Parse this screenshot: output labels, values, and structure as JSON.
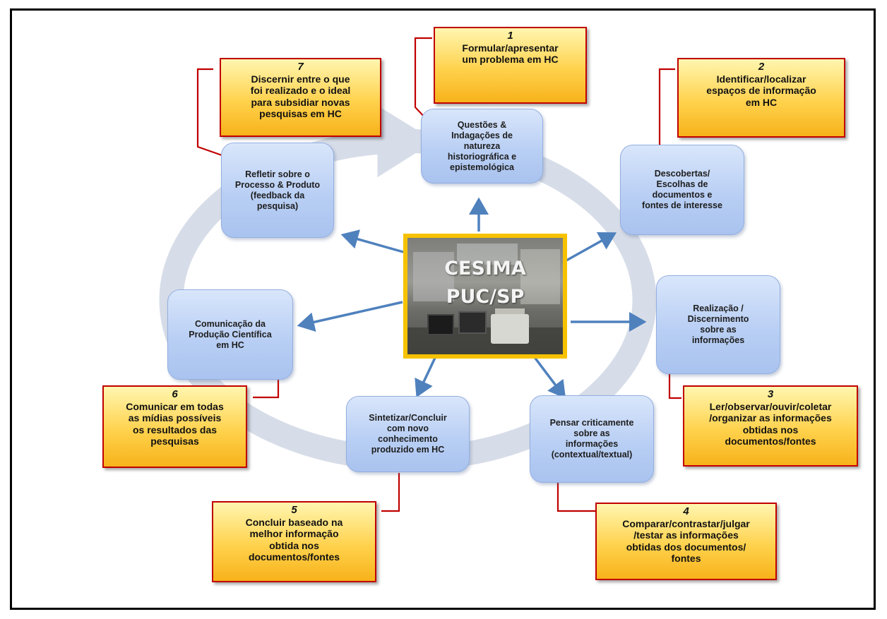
{
  "center": {
    "line1": "CESIMA",
    "line2": "PUC/SP"
  },
  "stages": {
    "questoes": [
      "Questões &",
      "Indagações de",
      "natureza",
      "historiográfica e",
      "epistemológica"
    ],
    "descobertas": [
      "Descobertas/",
      "Escolhas de",
      "documentos e",
      "fontes de interesse"
    ],
    "realizacao": [
      "Realização /",
      "Discernimento",
      "sobre as",
      "informações"
    ],
    "pensar": [
      "Pensar criticamente",
      "sobre as",
      "informações",
      "(contextual/textual)"
    ],
    "sintetizar": [
      "Sintetizar/Concluir",
      "com novo",
      "conhecimento",
      "produzido em HC"
    ],
    "comunicacao": [
      "Comunicação da",
      "Produção Científica",
      "em HC"
    ],
    "refletir": [
      "Refletir sobre o",
      "Processo & Produto",
      "(feedback da",
      "pesquisa)"
    ]
  },
  "notes": [
    {
      "number": "1",
      "lines": [
        "Formular/apresentar",
        "um problema em HC"
      ]
    },
    {
      "number": "2",
      "lines": [
        "Identificar/localizar",
        "espaços de informação",
        "em HC"
      ]
    },
    {
      "number": "3",
      "lines": [
        "Ler/observar/ouvir/coletar",
        "/organizar as informações",
        "obtidas nos",
        "documentos/fontes"
      ]
    },
    {
      "number": "4",
      "lines": [
        "Comparar/contrastar/julgar",
        "/testar as informações",
        "obtidas dos documentos/",
        "fontes"
      ]
    },
    {
      "number": "5",
      "lines": [
        "Concluir baseado na",
        "melhor informação",
        "obtida nos",
        "documentos/fontes"
      ]
    },
    {
      "number": "6",
      "lines": [
        "Comunicar em todas",
        "as mídias possíveis",
        "os resultados das",
        "pesquisas"
      ]
    },
    {
      "number": "7",
      "lines": [
        "Discernir entre o que",
        "foi realizado e o ideal",
        "para subsidiar novas",
        "pesquisas em HC"
      ]
    }
  ],
  "colors": {
    "arrow": "#4f81bd",
    "ring": "#d7dde8",
    "connector": "#c00000",
    "note_border": "#c00000",
    "center_border": "#f6c200"
  }
}
